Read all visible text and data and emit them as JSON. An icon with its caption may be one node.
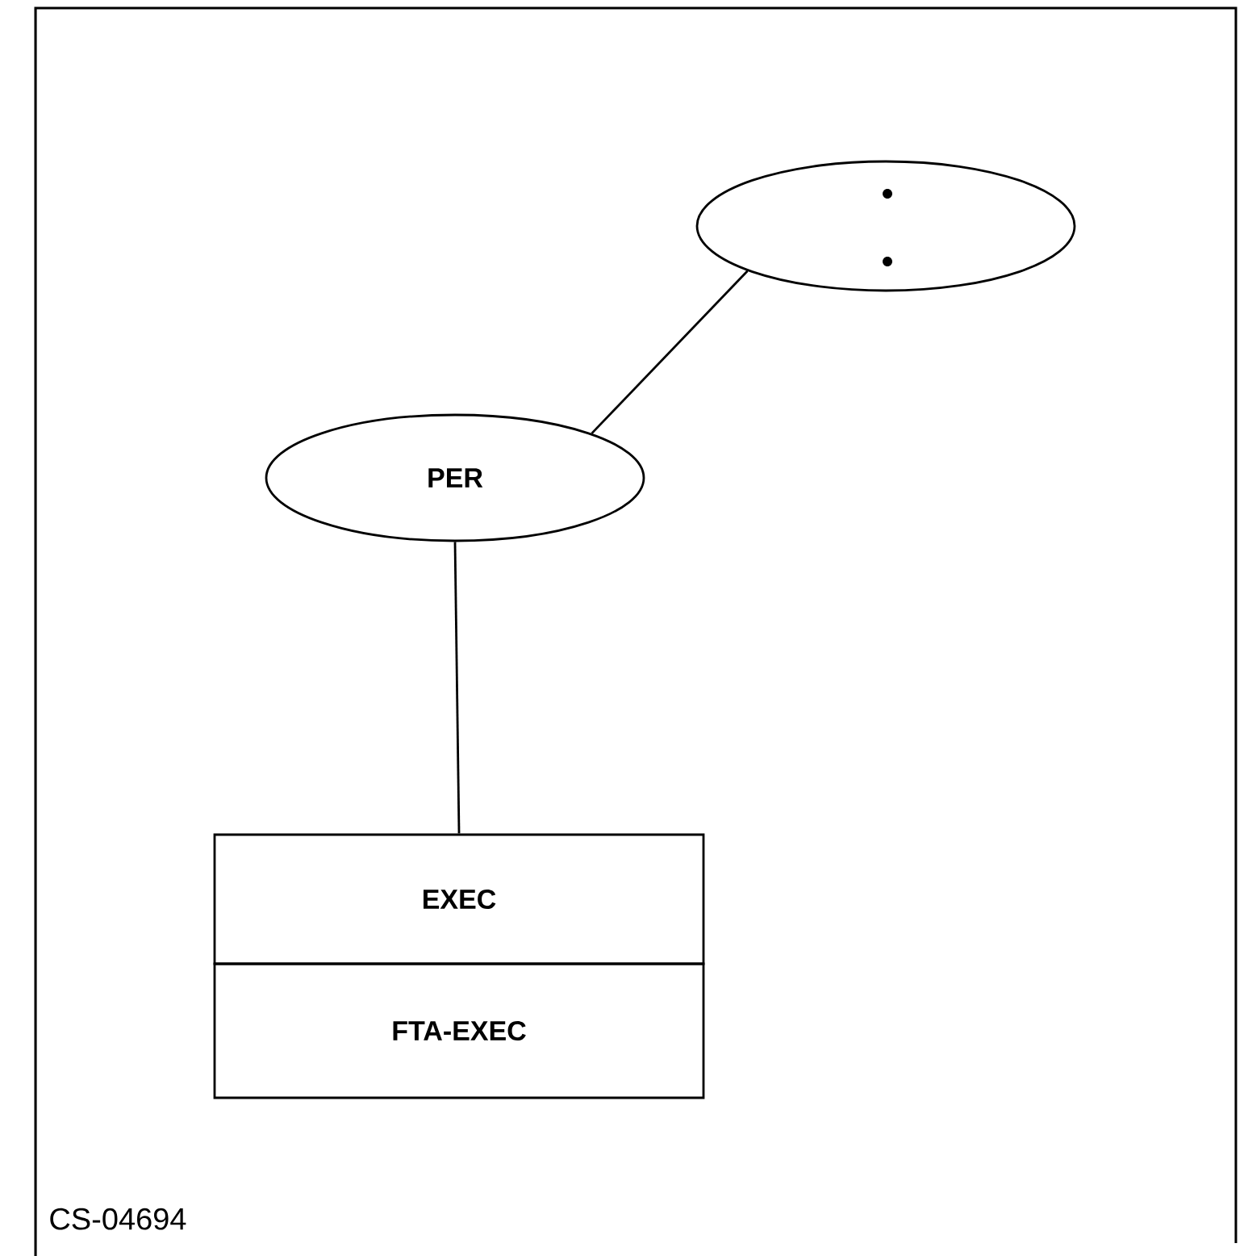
{
  "diagram": {
    "nodes": [
      {
        "text": [],
        "shape": "ellipse"
      },
      {
        "text": [
          "PER"
        ]
      },
      {
        "text": [
          "EXEC"
        ]
      },
      {
        "text": [
          "FTA-EXEC"
        ]
      }
    ],
    "edges": [
      {
        "from": 0,
        "to": 1,
        "arrow": "none"
      },
      {
        "from": 1,
        "to": 2,
        "arrow": "none"
      }
    ],
    "labels": [
      "CS-04694"
    ]
  }
}
